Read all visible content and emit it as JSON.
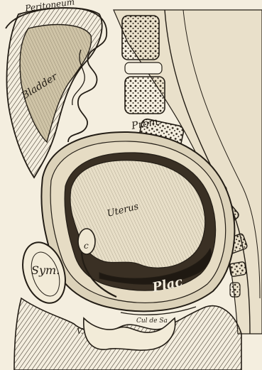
{
  "figure": {
    "colors": {
      "paper": "#f4eedf",
      "ink": "#231d15",
      "tissue": "#d7cdb4",
      "dark_tissue": "#6b5d47",
      "bone": "#efe7d2"
    },
    "labels": {
      "peritoneum": "Peritoneum",
      "bladder": "Bladder",
      "promontory": "Prom.",
      "uterus": "Uterus",
      "placenta": "Plac",
      "symphysis": "Sym.",
      "cul_de_sac": "Cul de Sa",
      "vagina": "V.",
      "cervix": "c"
    }
  }
}
